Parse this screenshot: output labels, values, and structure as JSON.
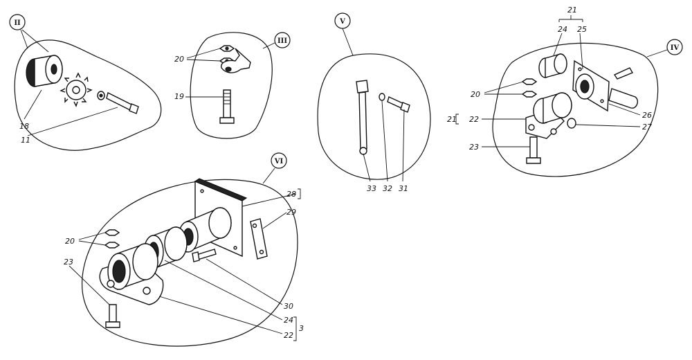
{
  "groups": [
    {
      "id": "II",
      "numeral": "II",
      "labels": [
        "18",
        "11"
      ]
    },
    {
      "id": "III",
      "numeral": "III",
      "labels": [
        "20",
        "19"
      ]
    },
    {
      "id": "V",
      "numeral": "V",
      "labels": [
        "33",
        "32",
        "31"
      ]
    },
    {
      "id": "IV",
      "numeral": "IV",
      "labels": [
        "21",
        "24",
        "25",
        "20",
        "21",
        "22",
        "26",
        "27",
        "23"
      ]
    },
    {
      "id": "VI",
      "numeral": "VI",
      "labels": [
        "28",
        "29",
        "20",
        "23",
        "30",
        "24",
        "22",
        "3"
      ]
    }
  ],
  "text": {
    "II": "II",
    "III": "III",
    "IV": "IV",
    "V": "V",
    "VI": "VI",
    "p18": "18",
    "p11": "11",
    "p20a": "20",
    "p19": "19",
    "p33": "33",
    "p32": "32",
    "p31": "31",
    "p21top": "21",
    "p24a": "24",
    "p25": "25",
    "p20b": "20",
    "p21side": "21",
    "p22a": "22",
    "p26": "26",
    "p27": "27",
    "p23a": "23",
    "p28": "28",
    "p29": "29",
    "p20c": "20",
    "p23b": "23",
    "p30": "30",
    "p24b": "24",
    "p22b": "22",
    "p3": "3"
  }
}
